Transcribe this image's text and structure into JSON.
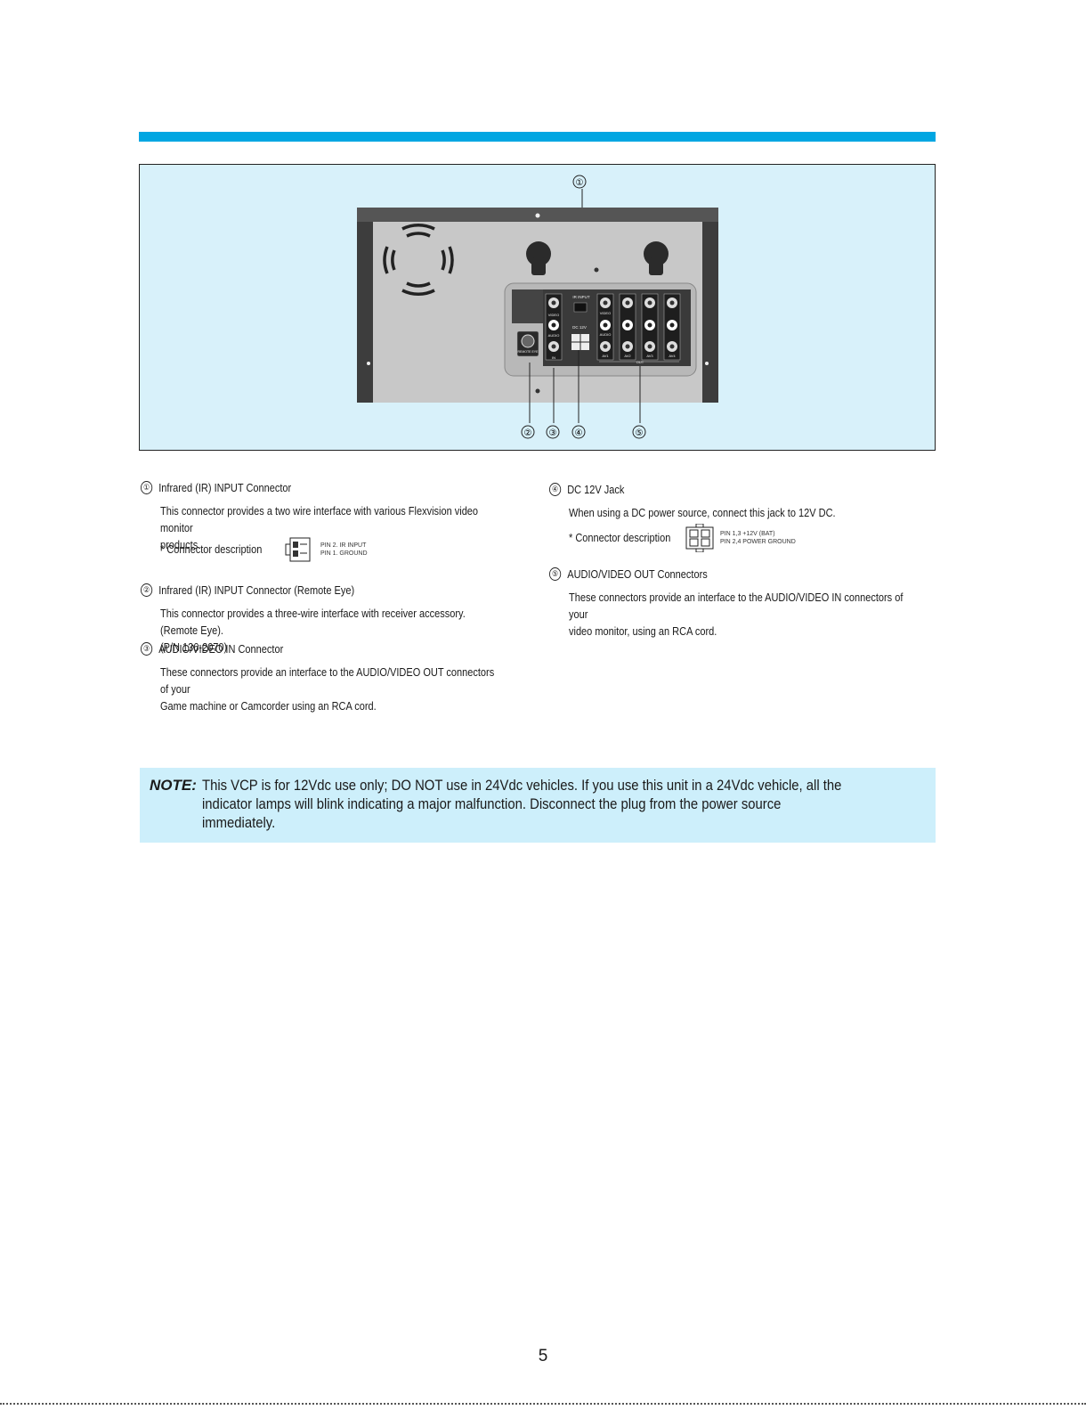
{
  "figure": {
    "device_labels": {
      "ir_input": "IR INPUT",
      "video": "VIDEO",
      "audio": "AUDIO",
      "in": "IN",
      "dc12v": "DC 12V",
      "remote_eye": "REMOTE EYE",
      "out": "OUT",
      "av1": "AV1",
      "av2": "AV2",
      "av3": "AV3",
      "av4": "AV4"
    },
    "callouts": [
      "①",
      "②",
      "③",
      "④",
      "⑤"
    ]
  },
  "sections": [
    {
      "num": "①",
      "title": "Infrared (IR) INPUT Connector",
      "body_lines": [
        "This connector provides a two wire interface with various Flexvision video monitor",
        "products."
      ],
      "desc_label": "* Connector description",
      "pins": [
        "PIN 2. IR INPUT",
        "PIN 1. GROUND"
      ]
    },
    {
      "num": "②",
      "title": "Infrared (IR) INPUT Connector (Remote Eye)",
      "body_lines": [
        "This connector provides a three-wire interface with receiver accessory. (Remote Eye).",
        "(P/N 136-2070)"
      ]
    },
    {
      "num": "③",
      "title": "AUDIO/VIDEO IN Connector",
      "body_lines": [
        "These connectors provide an interface to the AUDIO/VIDEO OUT connectors of your",
        "Game machine or Camcorder using an RCA cord."
      ]
    },
    {
      "num": "④",
      "title": "DC 12V Jack",
      "body_lines": [
        "When using a DC power source, connect this jack to 12V DC."
      ],
      "desc_label": "* Connector description",
      "pins": [
        "PIN 1,3   +12V (BAT)",
        "PIN 2,4   POWER GROUND"
      ]
    },
    {
      "num": "⑤",
      "title": "AUDIO/VIDEO OUT Connectors",
      "body_lines": [
        "These connectors provide an interface to the AUDIO/VIDEO IN connectors of your",
        "video monitor, using an RCA cord."
      ]
    }
  ],
  "note": {
    "label": "NOTE:",
    "text": "This VCP is for 12Vdc use only; DO NOT use in 24Vdc vehicles. If you use this unit in a 24Vdc vehicle, all the indicator lamps will blink indicating a major malfunction. Disconnect the plug from the power source immediately."
  },
  "page_number": "5"
}
